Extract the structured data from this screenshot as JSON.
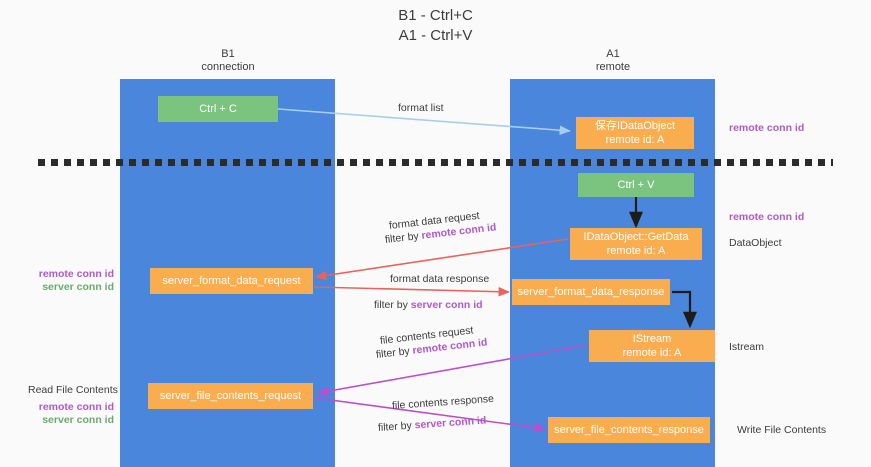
{
  "title": {
    "line1": "B1 - Ctrl+C",
    "line2": "A1 - Ctrl+V"
  },
  "lanes": [
    {
      "id": "b1",
      "name": "B1",
      "sub": "connection"
    },
    {
      "id": "a1",
      "name": "A1",
      "sub": "remote"
    }
  ],
  "nodes": {
    "ctrl_c": {
      "label": "Ctrl + C",
      "color": "#7bc47f"
    },
    "save_idataobject": {
      "label": "保存IDataObject",
      "sub": "remote id: A",
      "color": "#f9ad4e"
    },
    "ctrl_v": {
      "label": "Ctrl + V",
      "color": "#7bc47f"
    },
    "getdata": {
      "label": "IDataObject::GetData",
      "sub": "remote id: A",
      "color": "#f9ad4e"
    },
    "server_format_data_request": {
      "label": "server_format_data_request",
      "color": "#f9ad4e"
    },
    "server_format_data_response": {
      "label": "server_format_data_response",
      "color": "#f9ad4e"
    },
    "istream": {
      "label": "IStream",
      "sub": "remote id: A",
      "color": "#f9ad4e"
    },
    "server_file_contents_request": {
      "label": "server_file_contents_request",
      "color": "#f9ad4e"
    },
    "server_file_contents_response": {
      "label": "server_file_contents_response",
      "color": "#f9ad4e"
    }
  },
  "edge_labels": {
    "format_list": "format list",
    "format_data_request": "format data request",
    "format_data_request_filter_prefix": "filter by ",
    "format_data_request_filter_key": "remote conn id",
    "format_data_response": "format data response",
    "format_data_response_filter_prefix": "filter by ",
    "format_data_response_filter_key": "server conn id",
    "file_contents_request": "file contents request",
    "file_contents_request_filter_prefix": "filter by ",
    "file_contents_request_filter_key": "remote conn id",
    "file_contents_response": "file contents response",
    "file_contents_response_filter_prefix": "filter by ",
    "file_contents_response_filter_key": "server conn id"
  },
  "annotations": {
    "right_remote_conn_id_top": "remote conn id",
    "right_remote_conn_id_mid": "remote conn id",
    "right_dataobject": "DataObject",
    "right_istream": "Istream",
    "right_write_file_contents": "Write File Contents",
    "left_remote_conn_id": "remote conn id",
    "left_server_conn_id": "server conn id",
    "left_read_file_contents": "Read File Contents",
    "left_remote_conn_id_2": "remote conn id",
    "left_server_conn_id_2": "server conn id"
  },
  "colors": {
    "lane": "#4a86dc",
    "green_node": "#7bc47f",
    "orange_node": "#f9ad4e",
    "purple_text": "#b05ac8",
    "green_text": "#6aab6f",
    "red_arrow": "#e8635e",
    "magenta_arrow": "#bb4ecb",
    "blue_arrow": "#a8cdee",
    "dark_arrow": "#1c1c1c",
    "background": "#fafafa"
  }
}
